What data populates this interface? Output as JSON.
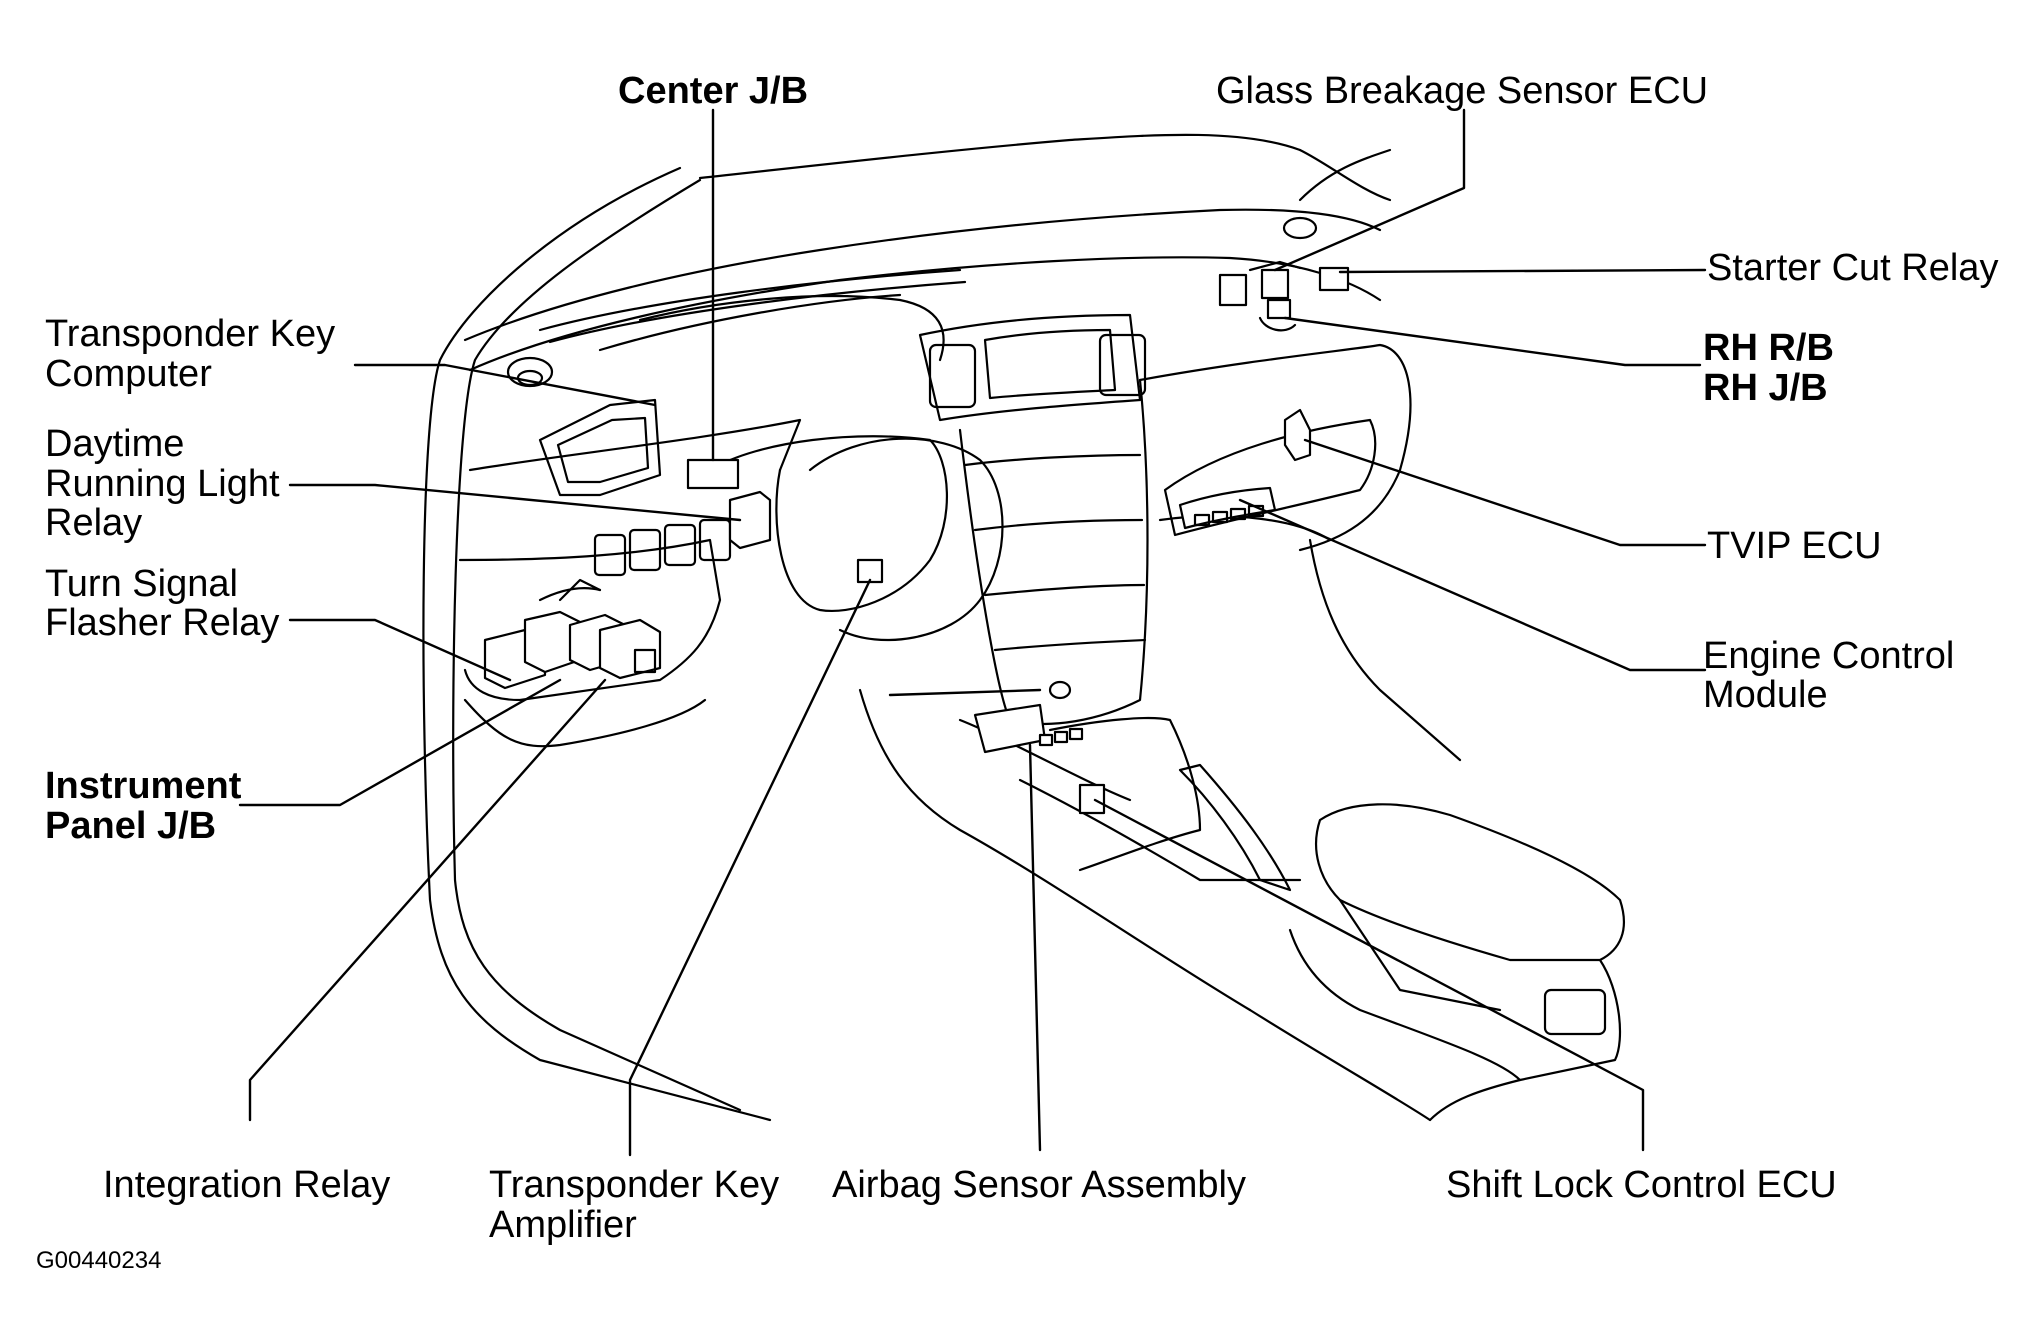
{
  "figure_code": "G00440234",
  "labels": {
    "center_jb": "Center J/B",
    "glass_breakage": "Glass Breakage Sensor ECU",
    "starter_cut": "Starter Cut Relay",
    "rh_rb": "RH R/B",
    "rh_jb": "RH J/B",
    "tvip": "TVIP ECU",
    "ecm_1": "Engine Control",
    "ecm_2": "Module",
    "transponder_computer_1": "Transponder Key",
    "transponder_computer_2": "Computer",
    "drl_1": "Daytime",
    "drl_2": "Running Light",
    "drl_3": "Relay",
    "turn_1": "Turn Signal",
    "turn_2": "Flasher Relay",
    "ipjb_1": "Instrument",
    "ipjb_2": "Panel J/B",
    "integration": "Integration Relay",
    "amp_1": "Transponder Key",
    "amp_2": "Amplifier",
    "airbag": "Airbag Sensor Assembly",
    "shift_lock": "Shift Lock Control ECU"
  }
}
